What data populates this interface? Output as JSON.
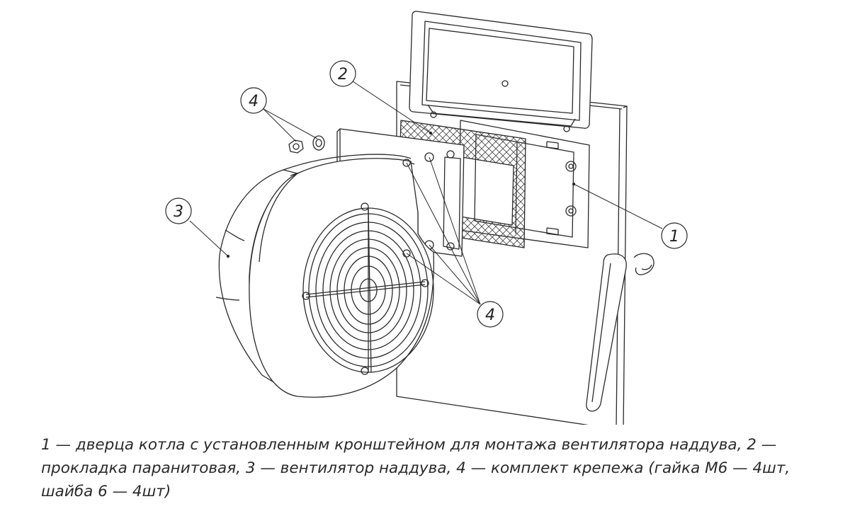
{
  "callouts": {
    "door": "1",
    "gasket": "2",
    "fan": "3",
    "fasteners_top": "4",
    "fasteners_bottom": "4"
  },
  "caption": {
    "line1": "1 — дверца котла с установленным кронштейном для монтажа вентилятора наддува, 2 —",
    "line2": "прокладка паранитовая, 3 — вентилятор наддува, 4 — комплект крепежа (гайка М6 — 4шт,",
    "line3": "шайба 6 — 4шт)"
  }
}
